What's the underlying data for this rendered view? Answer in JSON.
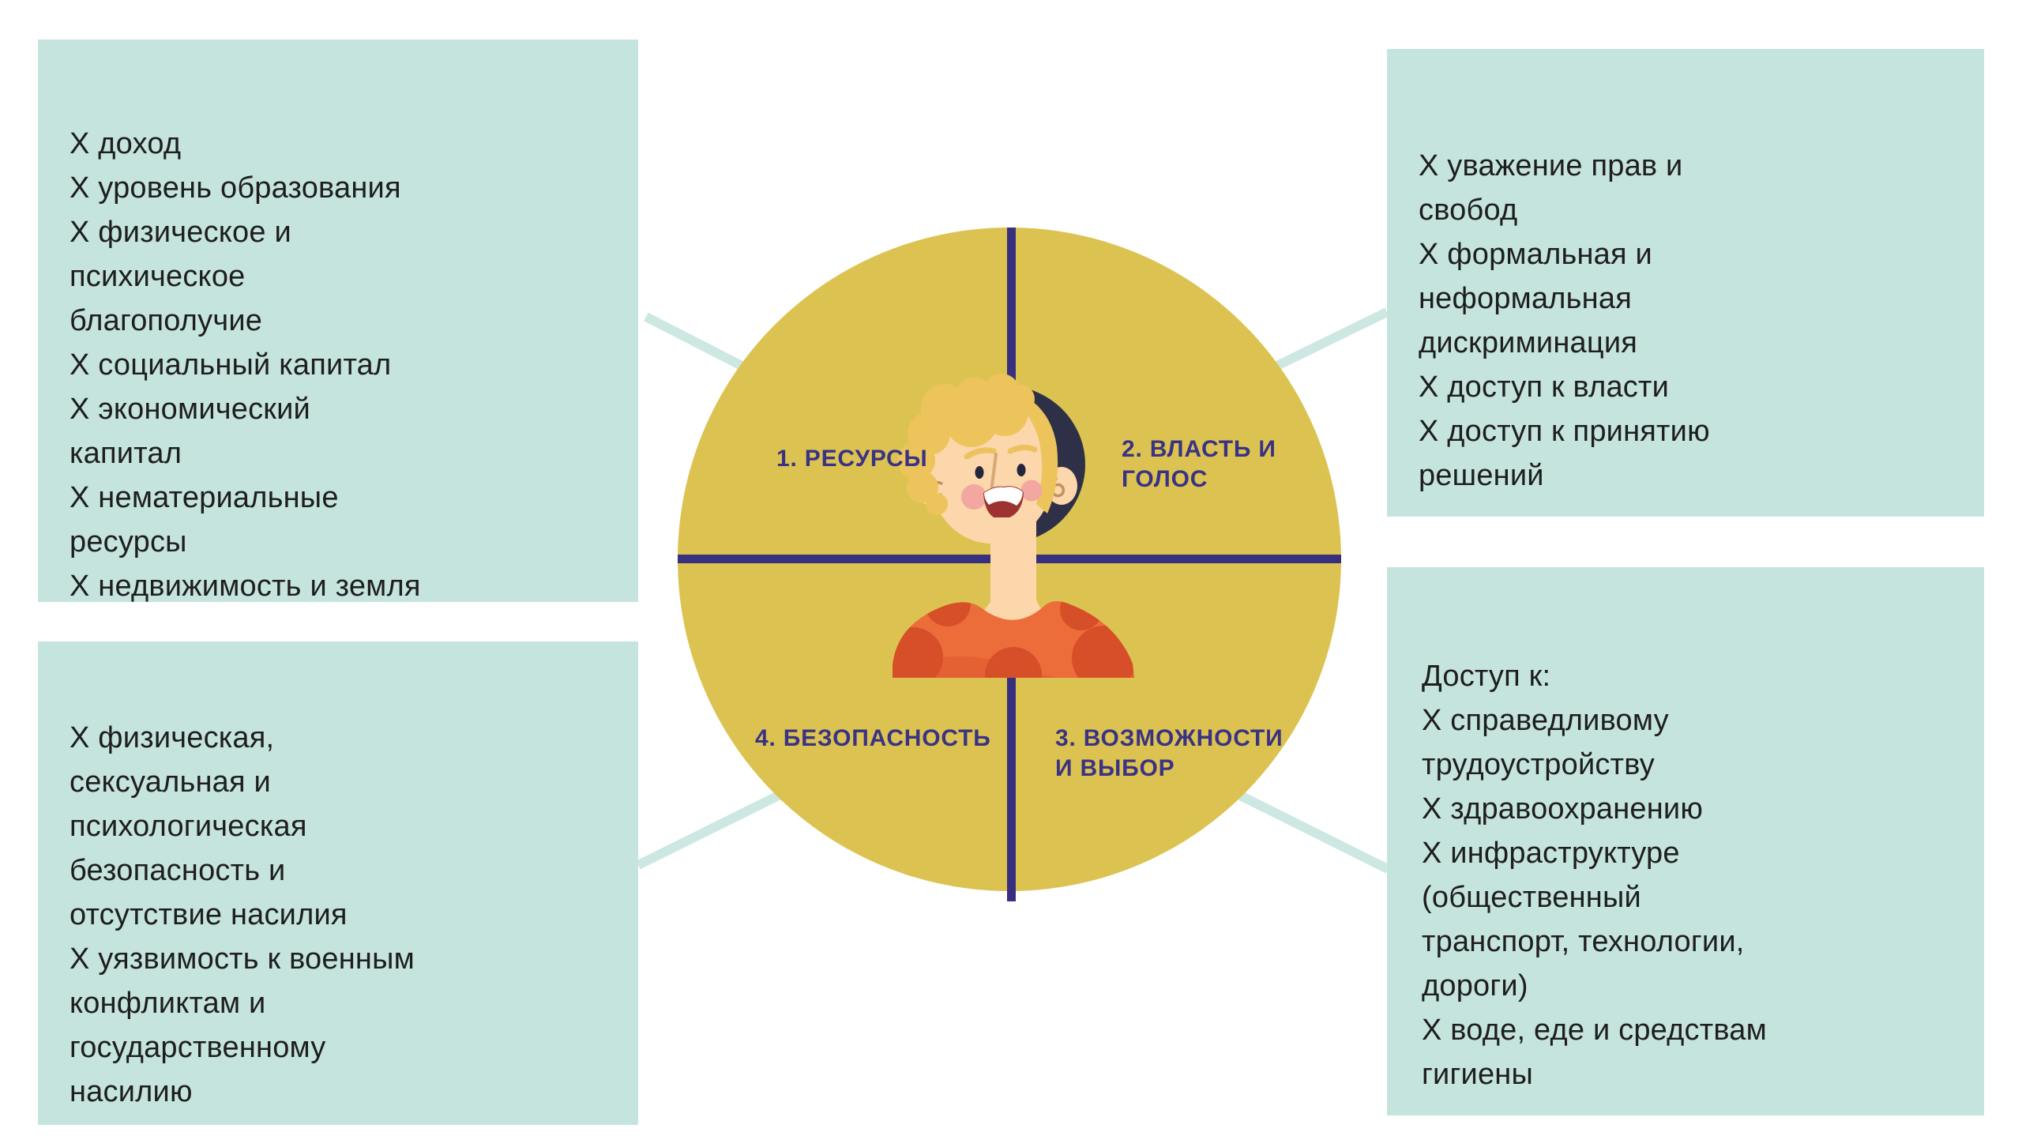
{
  "colors": {
    "background": "#ffffff",
    "box_teal": "#c5e4de",
    "connector_teal": "#cde8e2",
    "circle_yellow": "#dcc351",
    "axis_navy": "#37307f",
    "label_navy": "#3a3384",
    "body_text": "#1e1e1e",
    "skin": "#fbd7ab",
    "hair_blond": "#edc45c",
    "hair_dark": "#2d3047",
    "brow_gold": "#ecc261",
    "eye_dark": "#23263c",
    "cheek_pink": "#f2a7a0",
    "mouth_maroon": "#9c3331",
    "teeth_white": "#ffffff",
    "face_line": "#d8a877",
    "shirt_orange": "#ec6c3a",
    "shirt_dot": "#d64f28",
    "shirt_shade": "#df5a2e"
  },
  "quadrants": [
    {
      "label": "1. РЕСУРСЫ"
    },
    {
      "label": "2. ВЛАСТЬ И\nГОЛОС"
    },
    {
      "label": "3. ВОЗМОЖНОСТИ\nИ ВЫБОР"
    },
    {
      "label": "4. БЕЗОПАСНОСТЬ"
    }
  ],
  "boxes": {
    "top_left": {
      "text": "Х доход\nХ уровень образования\nХ физическое и\nпсихическое\nблагополучие\nХ социальный капитал\nХ экономический\nкапитал\nХ нематериальные\nресурсы\nХ недвижимость и земля"
    },
    "top_right": {
      "text": "Х уважение прав и\nсвобод\nХ формальная и\nнеформальная\nдискриминация\nХ доступ к власти\nХ доступ к принятию\nрешений"
    },
    "bottom_left": {
      "text": "Х физическая,\nсексуальная и\nпсихологическая\nбезопасность и\nотсутствие насилия\nХ уязвимость к военным\nконфликтам и\nгосударственному\nнасилию"
    },
    "bottom_right": {
      "text": "Доступ к:\nХ справедливому\nтрудоустройству\nХ здравоохранению\nХ инфраструктуре\n(общественный\nтранспорт, технологии,\nдороги)\nХ воде, еде и средствам\nгигиены"
    }
  }
}
